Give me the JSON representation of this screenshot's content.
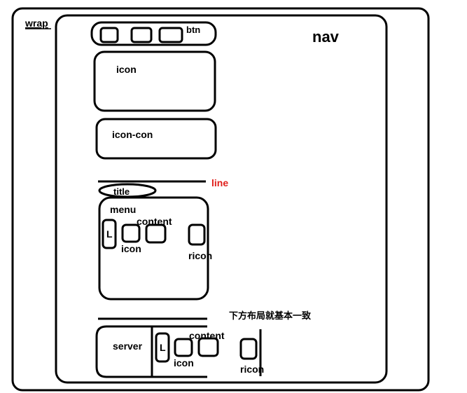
{
  "labels": {
    "wrap": "wrap",
    "btn": "btn",
    "nav": "nav",
    "icon_box": "icon",
    "icon_con": "icon-con",
    "line": "line",
    "title": "title",
    "menu": "menu",
    "menu_l": "L",
    "menu_content": "content",
    "menu_icon": "icon",
    "menu_ricon": "ricon",
    "note": "下方布局就基本一致",
    "server": "server",
    "server_l": "L",
    "server_content": "content",
    "server_icon": "icon",
    "server_ricon": "ricon"
  },
  "colors": {
    "stroke": "#000000",
    "line_label": "#e0201c"
  }
}
